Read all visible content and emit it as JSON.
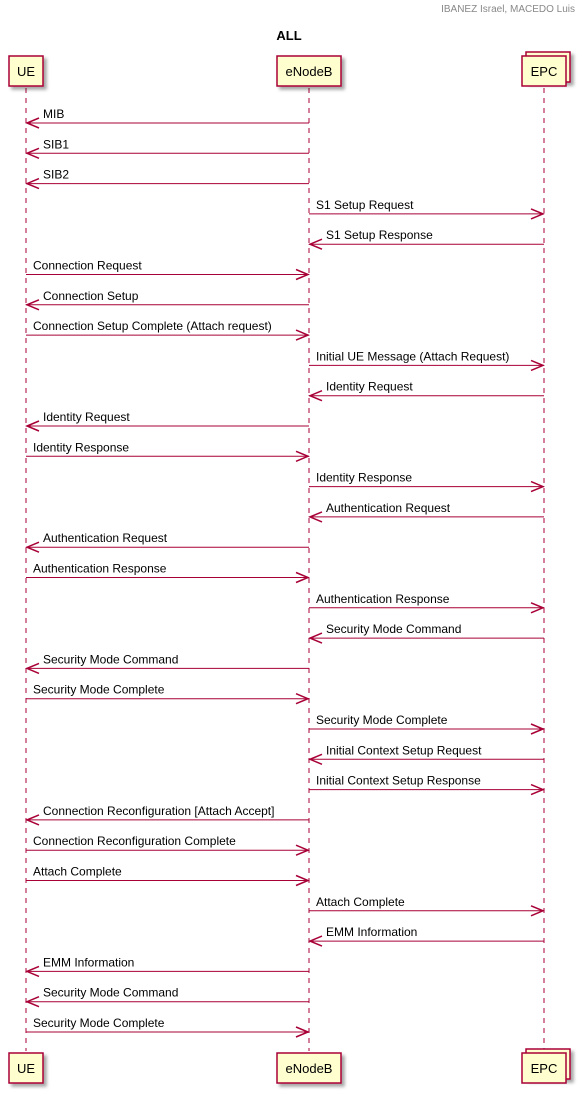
{
  "header": "IBANEZ Israel, MACEDO Luis",
  "title": "ALL",
  "colors": {
    "arrow": "#A80036",
    "box_fill": "#FEFECE",
    "box_stroke": "#A80036",
    "lifeline": "#A80036"
  },
  "participants": [
    {
      "id": "ue",
      "label": "UE",
      "kind": "participant"
    },
    {
      "id": "enb",
      "label": "eNodeB",
      "kind": "participant"
    },
    {
      "id": "epc",
      "label": "EPC",
      "kind": "collections"
    }
  ],
  "messages": [
    {
      "from": "enb",
      "to": "ue",
      "label": "MIB"
    },
    {
      "from": "enb",
      "to": "ue",
      "label": "SIB1"
    },
    {
      "from": "enb",
      "to": "ue",
      "label": "SIB2"
    },
    {
      "from": "enb",
      "to": "epc",
      "label": "S1 Setup Request"
    },
    {
      "from": "epc",
      "to": "enb",
      "label": "S1 Setup Response"
    },
    {
      "from": "ue",
      "to": "enb",
      "label": "Connection Request"
    },
    {
      "from": "enb",
      "to": "ue",
      "label": "Connection Setup"
    },
    {
      "from": "ue",
      "to": "enb",
      "label": "Connection Setup Complete (Attach request)"
    },
    {
      "from": "enb",
      "to": "epc",
      "label": "Initial UE Message (Attach Request)"
    },
    {
      "from": "epc",
      "to": "enb",
      "label": "Identity Request"
    },
    {
      "from": "enb",
      "to": "ue",
      "label": "Identity Request"
    },
    {
      "from": "ue",
      "to": "enb",
      "label": "Identity Response"
    },
    {
      "from": "enb",
      "to": "epc",
      "label": "Identity Response"
    },
    {
      "from": "epc",
      "to": "enb",
      "label": "Authentication Request"
    },
    {
      "from": "enb",
      "to": "ue",
      "label": "Authentication Request"
    },
    {
      "from": "ue",
      "to": "enb",
      "label": "Authentication Response"
    },
    {
      "from": "enb",
      "to": "epc",
      "label": "Authentication Response"
    },
    {
      "from": "epc",
      "to": "enb",
      "label": "Security Mode Command"
    },
    {
      "from": "enb",
      "to": "ue",
      "label": "Security Mode Command"
    },
    {
      "from": "ue",
      "to": "enb",
      "label": "Security Mode Complete"
    },
    {
      "from": "enb",
      "to": "epc",
      "label": "Security Mode Complete"
    },
    {
      "from": "epc",
      "to": "enb",
      "label": "Initial Context Setup Request"
    },
    {
      "from": "enb",
      "to": "epc",
      "label": "Initial Context Setup Response"
    },
    {
      "from": "enb",
      "to": "ue",
      "label": "Connection Reconfiguration [Attach Accept]"
    },
    {
      "from": "ue",
      "to": "enb",
      "label": "Connection Reconfiguration Complete"
    },
    {
      "from": "ue",
      "to": "enb",
      "label": "Attach Complete"
    },
    {
      "from": "enb",
      "to": "epc",
      "label": "Attach Complete"
    },
    {
      "from": "epc",
      "to": "enb",
      "label": "EMM Information"
    },
    {
      "from": "enb",
      "to": "ue",
      "label": "EMM Information"
    },
    {
      "from": "enb",
      "to": "ue",
      "label": "Security Mode Command"
    },
    {
      "from": "ue",
      "to": "enb",
      "label": "Security Mode Complete"
    }
  ]
}
